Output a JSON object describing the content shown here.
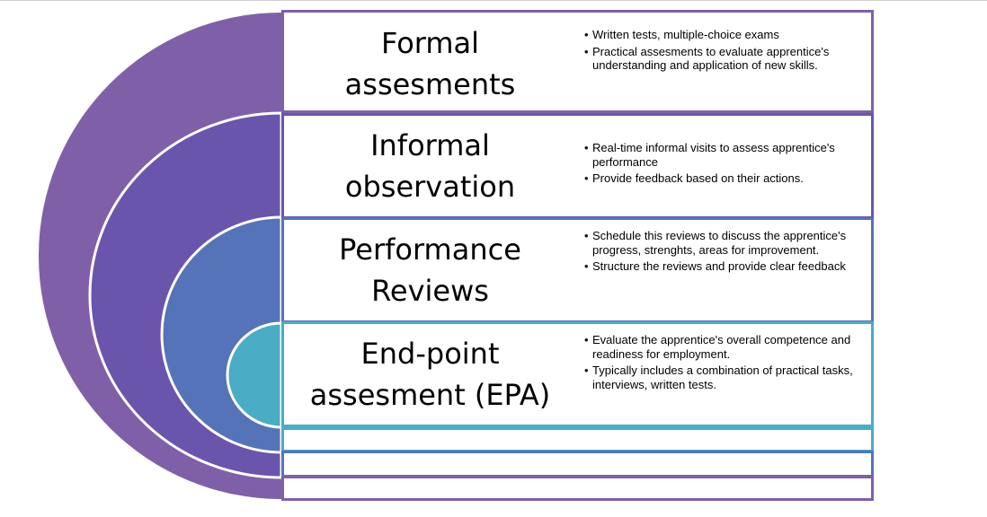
{
  "colors": {
    "outer": "#7f60a8",
    "second": "#6a55ad",
    "third": "#5573b8",
    "inner": "#4aacc5"
  },
  "rows": [
    {
      "title_lines": [
        "Formal",
        "assesments"
      ],
      "bullets": [
        "Written tests, multiple-choice exams",
        "Practical assesments to evaluate apprentice's understanding and application of new skills."
      ]
    },
    {
      "title_lines": [
        "Informal",
        "observation"
      ],
      "bullets": [
        "Real-time informal visits to assess apprentice's performance",
        "Provide feedback based on their actions."
      ]
    },
    {
      "title_lines": [
        "Performance",
        "Reviews"
      ],
      "bullets": [
        "Schedule this reviews to discuss the apprentice's progress, strenghts, areas for improvement.",
        "Structure the reviews and provide clear feedback"
      ]
    },
    {
      "title_lines": [
        "End-point",
        "assesment (EPA)"
      ],
      "bullets": [
        "Evaluate the apprentice's overall competence and readiness for employment.",
        "Typically includes a combination of practical tasks, interviews, written tests."
      ]
    }
  ]
}
